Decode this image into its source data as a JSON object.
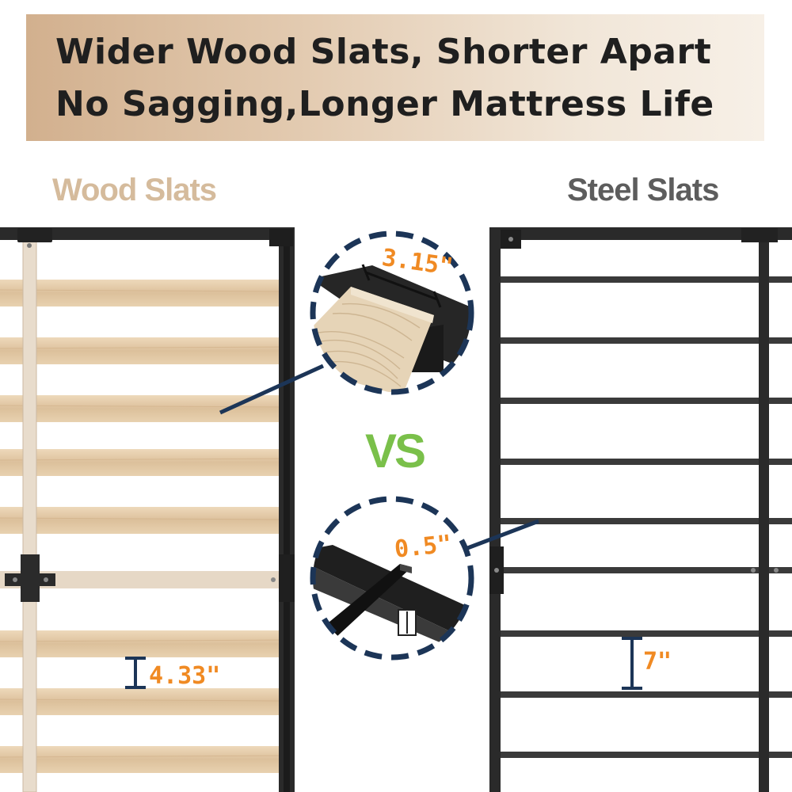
{
  "headline": {
    "line1": "Wider Wood Slats, Shorter Apart",
    "line2": "No Sagging,Longer Mattress Life"
  },
  "wood": {
    "label": "Wood Slats",
    "spacing_label": "4.33\"",
    "width_label": "3.15\"",
    "colors": {
      "slat": "#e2c9a6",
      "slat_grain": "#c9a77f",
      "frame": "#2a2a2a"
    }
  },
  "steel": {
    "label": "Steel Slats",
    "spacing_label": "7\"",
    "width_label": "0.5\"",
    "colors": {
      "slat": "#3a3a3a",
      "frame": "#2a2a2a"
    }
  },
  "vs_label": "VS",
  "colors": {
    "accent_orange": "#f08a23",
    "vs_green": "#7ac04a",
    "callout_navy": "#1c3557"
  }
}
